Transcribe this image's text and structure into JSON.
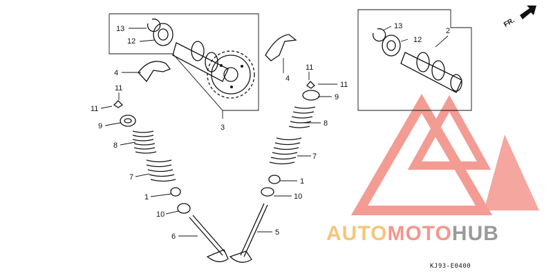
{
  "callouts": {
    "c13a": "13",
    "c12a": "12",
    "c4a": "4",
    "c11a": "11",
    "c11b": "11",
    "c9a": "9",
    "c8a": "8",
    "c7a": "7",
    "c1a": "1",
    "c10a": "10",
    "c6": "6",
    "c3": "3",
    "c4b": "4",
    "c11c": "11",
    "c11d": "11",
    "c9b": "9",
    "c8b": "8",
    "c7b": "7",
    "c1b": "1",
    "c10b": "10",
    "c5": "5",
    "c2": "2",
    "c13b": "13",
    "c12b": "12"
  },
  "direction_label": "FR.",
  "diagram_code": "KJ93-E0400",
  "watermark": {
    "part1": "AUTO",
    "part2": "MOTO",
    "part3": "HUB",
    "color_auto": "#f6c57a",
    "color_moto": "#f4968d",
    "color_hub": "#9a9a9a",
    "logo_color": "#f28b82"
  }
}
